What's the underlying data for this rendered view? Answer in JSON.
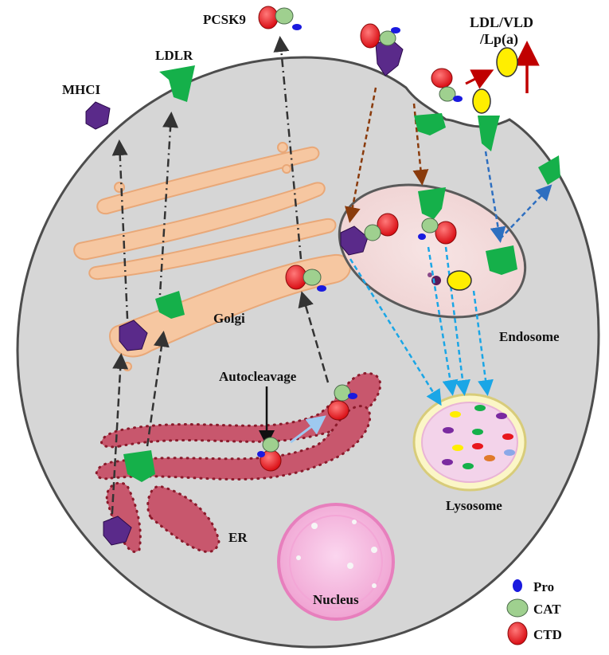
{
  "labels": {
    "pcsk9": "PCSK9",
    "ldlr": "LDLR",
    "mhci": "MHCI",
    "ldl_line1": "LDL/VLD",
    "ldl_line2": "/Lp(a)",
    "golgi": "Golgi",
    "autocleavage": "Autocleavage",
    "endosome": "Endosome",
    "lysosome": "Lysosome",
    "er": "ER",
    "nucleus": "Nucleus"
  },
  "legend": [
    {
      "label": "Pro",
      "color": "#1a1adf"
    },
    {
      "label": "CAT",
      "color": "#9fd08f"
    },
    {
      "label": "CTD",
      "color": "#e8171d"
    }
  ],
  "colors": {
    "cell_fill": "#d6d6d6",
    "cell_stroke": "#4d4d4d",
    "ldlr": "#15b04a",
    "mhci": "#5a2a8a",
    "golgi": "#f6c7a1",
    "er": "#c8576d",
    "er_dots": "#8b1a2b",
    "nucleus": "#f4b8df",
    "lysosome": "#f3d3ea",
    "ldl_particle": "#ffee00",
    "up_arrow": "#c00000",
    "brown_arrow": "#8a3b0c",
    "blue_arrow": "#2e6fc0",
    "cyan_arrow": "#1aa6e6"
  }
}
